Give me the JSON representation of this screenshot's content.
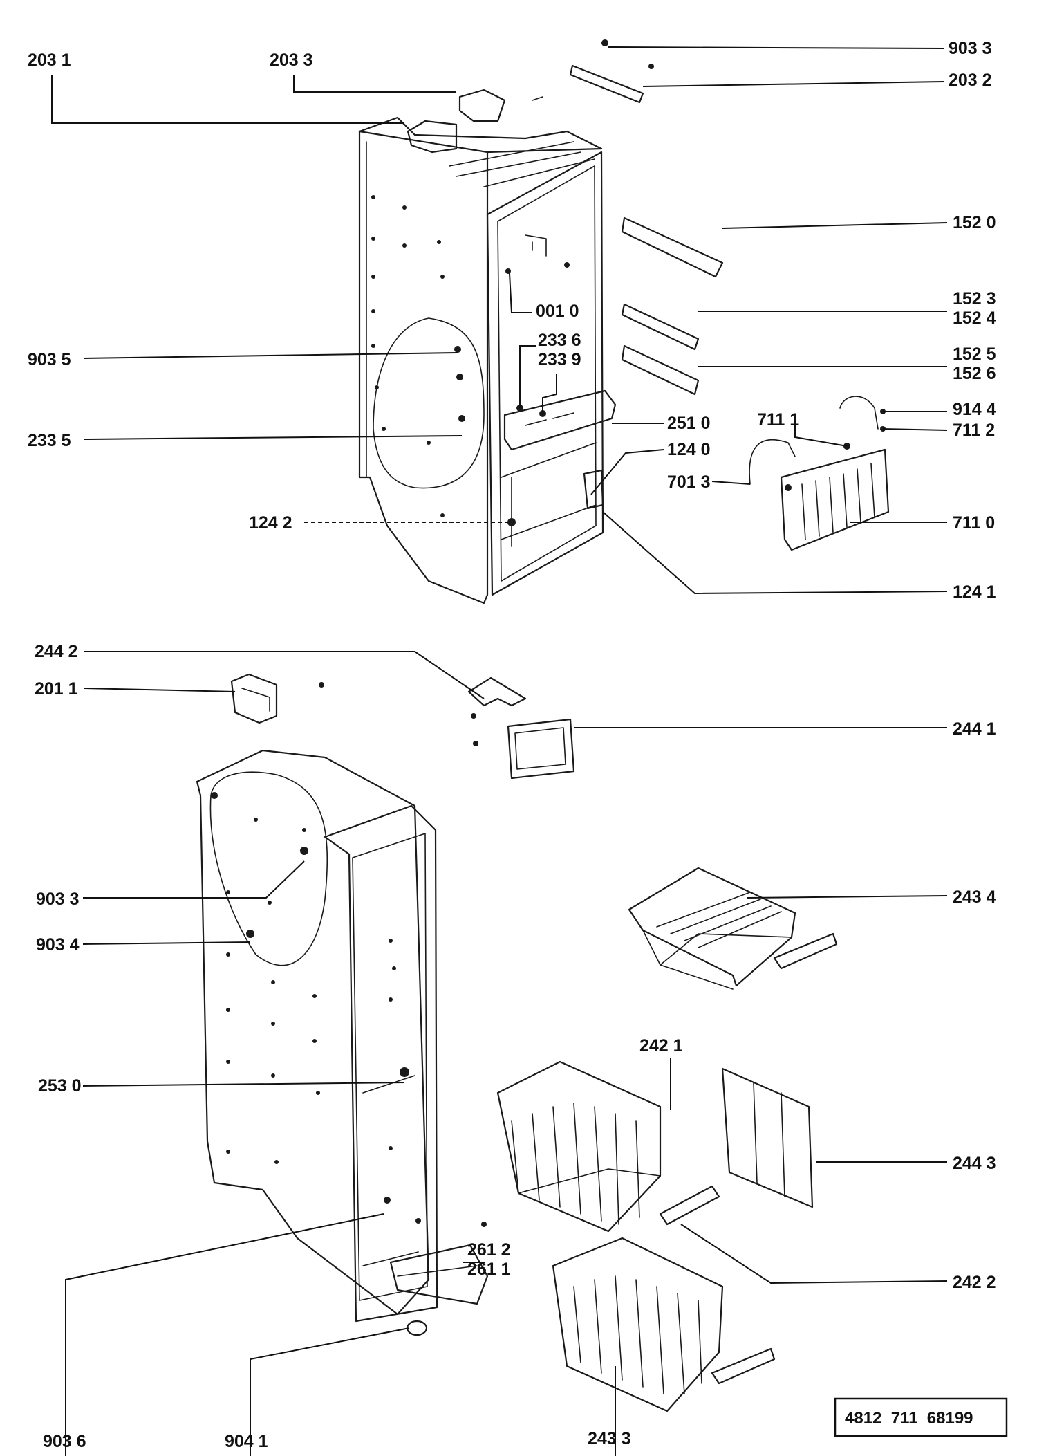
{
  "labels": {
    "l2031": "203 1",
    "l2033": "203 3",
    "l9033a": "903 3",
    "l2032": "203 2",
    "l1520": "152 0",
    "l0010": "001 0",
    "l1523": "152 3",
    "l1524": "152 4",
    "l9035": "903 5",
    "l2336": "233 6",
    "l2339": "233 9",
    "l1525": "152 5",
    "l1526": "152 6",
    "l9144": "914 4",
    "l7111": "711 1",
    "l7112": "711 2",
    "l2510": "251 0",
    "l2335": "233 5",
    "l1240": "124 0",
    "l7013": "701 3",
    "l7110": "711 0",
    "l1242": "124 2",
    "l1241": "124 1",
    "l2442": "244 2",
    "l2011": "201 1",
    "l2441": "244 1",
    "l9033b": "903 3",
    "l2434": "243 4",
    "l9034": "903 4",
    "l2421": "242 1",
    "l2530": "253 0",
    "l2443": "244 3",
    "l2612": "261 2",
    "l2611": "261 1",
    "l2422": "242 2",
    "l9036": "903 6",
    "l9041": "904 1",
    "l2433": "243 3"
  },
  "drawing_number": "4812  711  68199"
}
